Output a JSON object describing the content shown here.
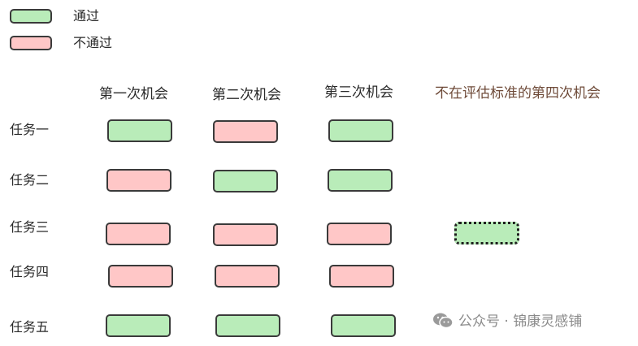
{
  "colors": {
    "pass": "#b9ecb9",
    "fail": "#ffc7c7",
    "outline": "#3a3a3a"
  },
  "legend": [
    {
      "status": "pass",
      "label": "通过"
    },
    {
      "status": "fail",
      "label": "不通过"
    }
  ],
  "columns": [
    "第一次机会",
    "第二次机会",
    "第三次机会"
  ],
  "extra_column": "不在评估标准的第四次机会",
  "rows": [
    {
      "label": "任务一",
      "results": [
        "pass",
        "fail",
        "pass"
      ]
    },
    {
      "label": "任务二",
      "results": [
        "fail",
        "pass",
        "pass"
      ]
    },
    {
      "label": "任务三",
      "results": [
        "fail",
        "fail",
        "fail"
      ],
      "extra": "pass"
    },
    {
      "label": "任务四",
      "results": [
        "fail",
        "fail",
        "fail"
      ]
    },
    {
      "label": "任务五",
      "results": [
        "pass",
        "pass",
        "pass"
      ]
    }
  ],
  "watermark": {
    "text": "公众号 · 锦康灵感铺",
    "icon": "wechat-icon"
  }
}
